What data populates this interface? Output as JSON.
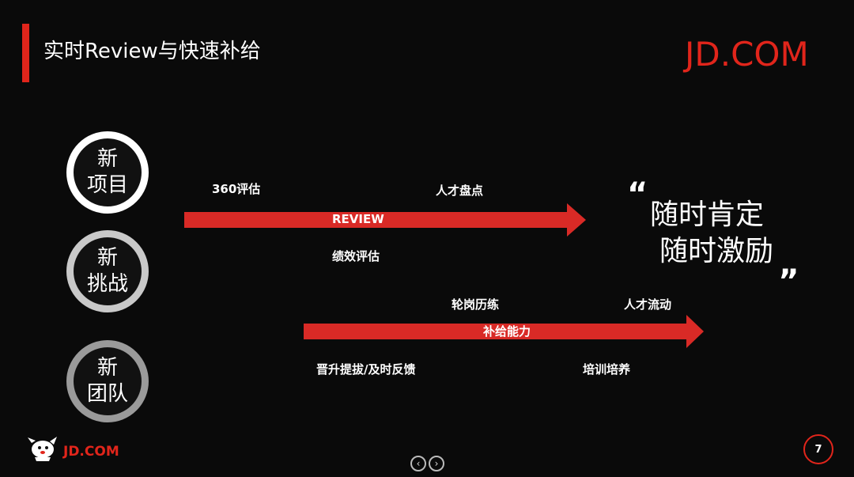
{
  "header": {
    "title": "实时Review与快速补给",
    "brand": "JD.COM"
  },
  "circles": [
    {
      "line1": "新",
      "line2": "项目"
    },
    {
      "line1": "新",
      "line2": "挑战"
    },
    {
      "line1": "新",
      "line2": "团队"
    }
  ],
  "arrow_review": {
    "label": "REVIEW",
    "above": [
      "360评估",
      "人才盘点"
    ],
    "below": [
      "绩效评估"
    ]
  },
  "arrow_supply": {
    "label": "补给能力",
    "above": [
      "轮岗历练",
      "人才流动"
    ],
    "below": [
      "晋升提拔/及时反馈",
      "培训培养"
    ]
  },
  "slogan": {
    "line1": "随时肯定",
    "line2": "随时激励",
    "quote_open": "“",
    "quote_close": "„"
  },
  "footer": {
    "brand": "JD.COM",
    "prev": "‹",
    "next": "›",
    "page": "7"
  },
  "colors": {
    "accent": "#e1251b",
    "arrow": "#d92a26",
    "background": "#0a0a0a"
  }
}
